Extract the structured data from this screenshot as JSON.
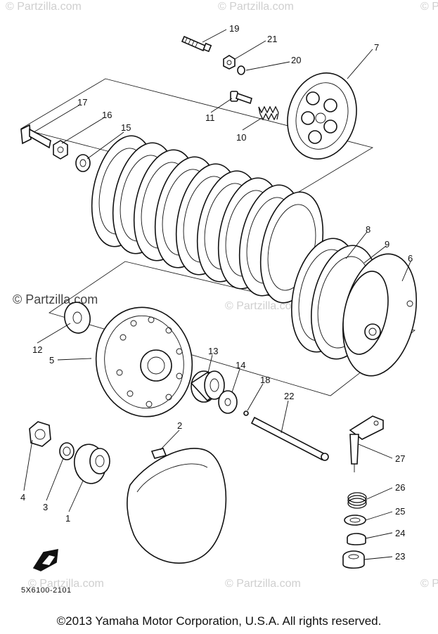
{
  "watermarks": {
    "tile_text": "© Partzilla.com",
    "side_text": "© Partzilla.com"
  },
  "callouts": [
    {
      "id": "1",
      "text": "1"
    },
    {
      "id": "2",
      "text": "2"
    },
    {
      "id": "3",
      "text": "3"
    },
    {
      "id": "4",
      "text": "4"
    },
    {
      "id": "5",
      "text": "5"
    },
    {
      "id": "6",
      "text": "6"
    },
    {
      "id": "7",
      "text": "7"
    },
    {
      "id": "8",
      "text": "8"
    },
    {
      "id": "9",
      "text": "9"
    },
    {
      "id": "10",
      "text": "10"
    },
    {
      "id": "11",
      "text": "11"
    },
    {
      "id": "12",
      "text": "12"
    },
    {
      "id": "13",
      "text": "13"
    },
    {
      "id": "14",
      "text": "14"
    },
    {
      "id": "15",
      "text": "15"
    },
    {
      "id": "16",
      "text": "16"
    },
    {
      "id": "17",
      "text": "17"
    },
    {
      "id": "18",
      "text": "18"
    },
    {
      "id": "19",
      "text": "19"
    },
    {
      "id": "20",
      "text": "20"
    },
    {
      "id": "21",
      "text": "21"
    },
    {
      "id": "22",
      "text": "22"
    },
    {
      "id": "23",
      "text": "23"
    },
    {
      "id": "24",
      "text": "24"
    },
    {
      "id": "25",
      "text": "25"
    },
    {
      "id": "26",
      "text": "26"
    },
    {
      "id": "27",
      "text": "27"
    }
  ],
  "drawing_code": "5X6100-2101",
  "copyright": "©2013  Yamaha Motor Corporation, U.S.A. All rights reserved."
}
